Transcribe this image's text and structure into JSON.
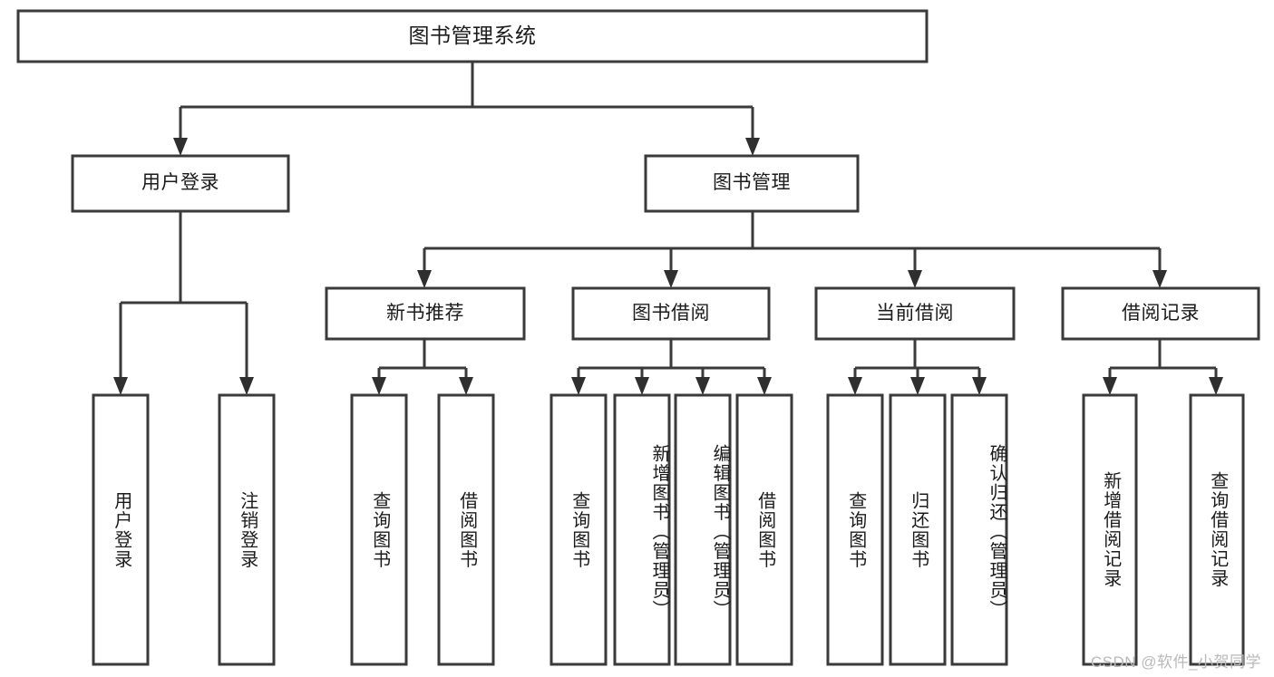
{
  "diagram": {
    "title": "图书管理系统",
    "watermark": "CSDN @软件_小贺同学",
    "colors": {
      "box_stroke": "#3a3a3a",
      "connector": "#3a3a3a",
      "text": "#1b1b1b",
      "background": "#ffffff",
      "watermark": "#b9b9b9"
    },
    "root": {
      "label": "图书管理系统"
    },
    "level2": [
      {
        "label": "用户登录"
      },
      {
        "label": "图书管理"
      }
    ],
    "level3": [
      {
        "label": "新书推荐"
      },
      {
        "label": "图书借阅"
      },
      {
        "label": "当前借阅"
      },
      {
        "label": "借阅记录"
      }
    ],
    "leaves": {
      "user_login": [
        {
          "label": "用户登录"
        },
        {
          "label": "注销登录"
        }
      ],
      "new_book": [
        {
          "label": "查询图书"
        },
        {
          "label": "借阅图书"
        }
      ],
      "book_borrow": [
        {
          "label": "查询图书"
        },
        {
          "label": "新增图书（管理员）"
        },
        {
          "label": "编辑图书（管理员）"
        },
        {
          "label": "借阅图书"
        }
      ],
      "current_borrow": [
        {
          "label": "查询图书"
        },
        {
          "label": "归还图书"
        },
        {
          "label": "确认归还（管理员）"
        }
      ],
      "borrow_record": [
        {
          "label": "新增借阅记录"
        },
        {
          "label": "查询借阅记录"
        }
      ]
    }
  }
}
